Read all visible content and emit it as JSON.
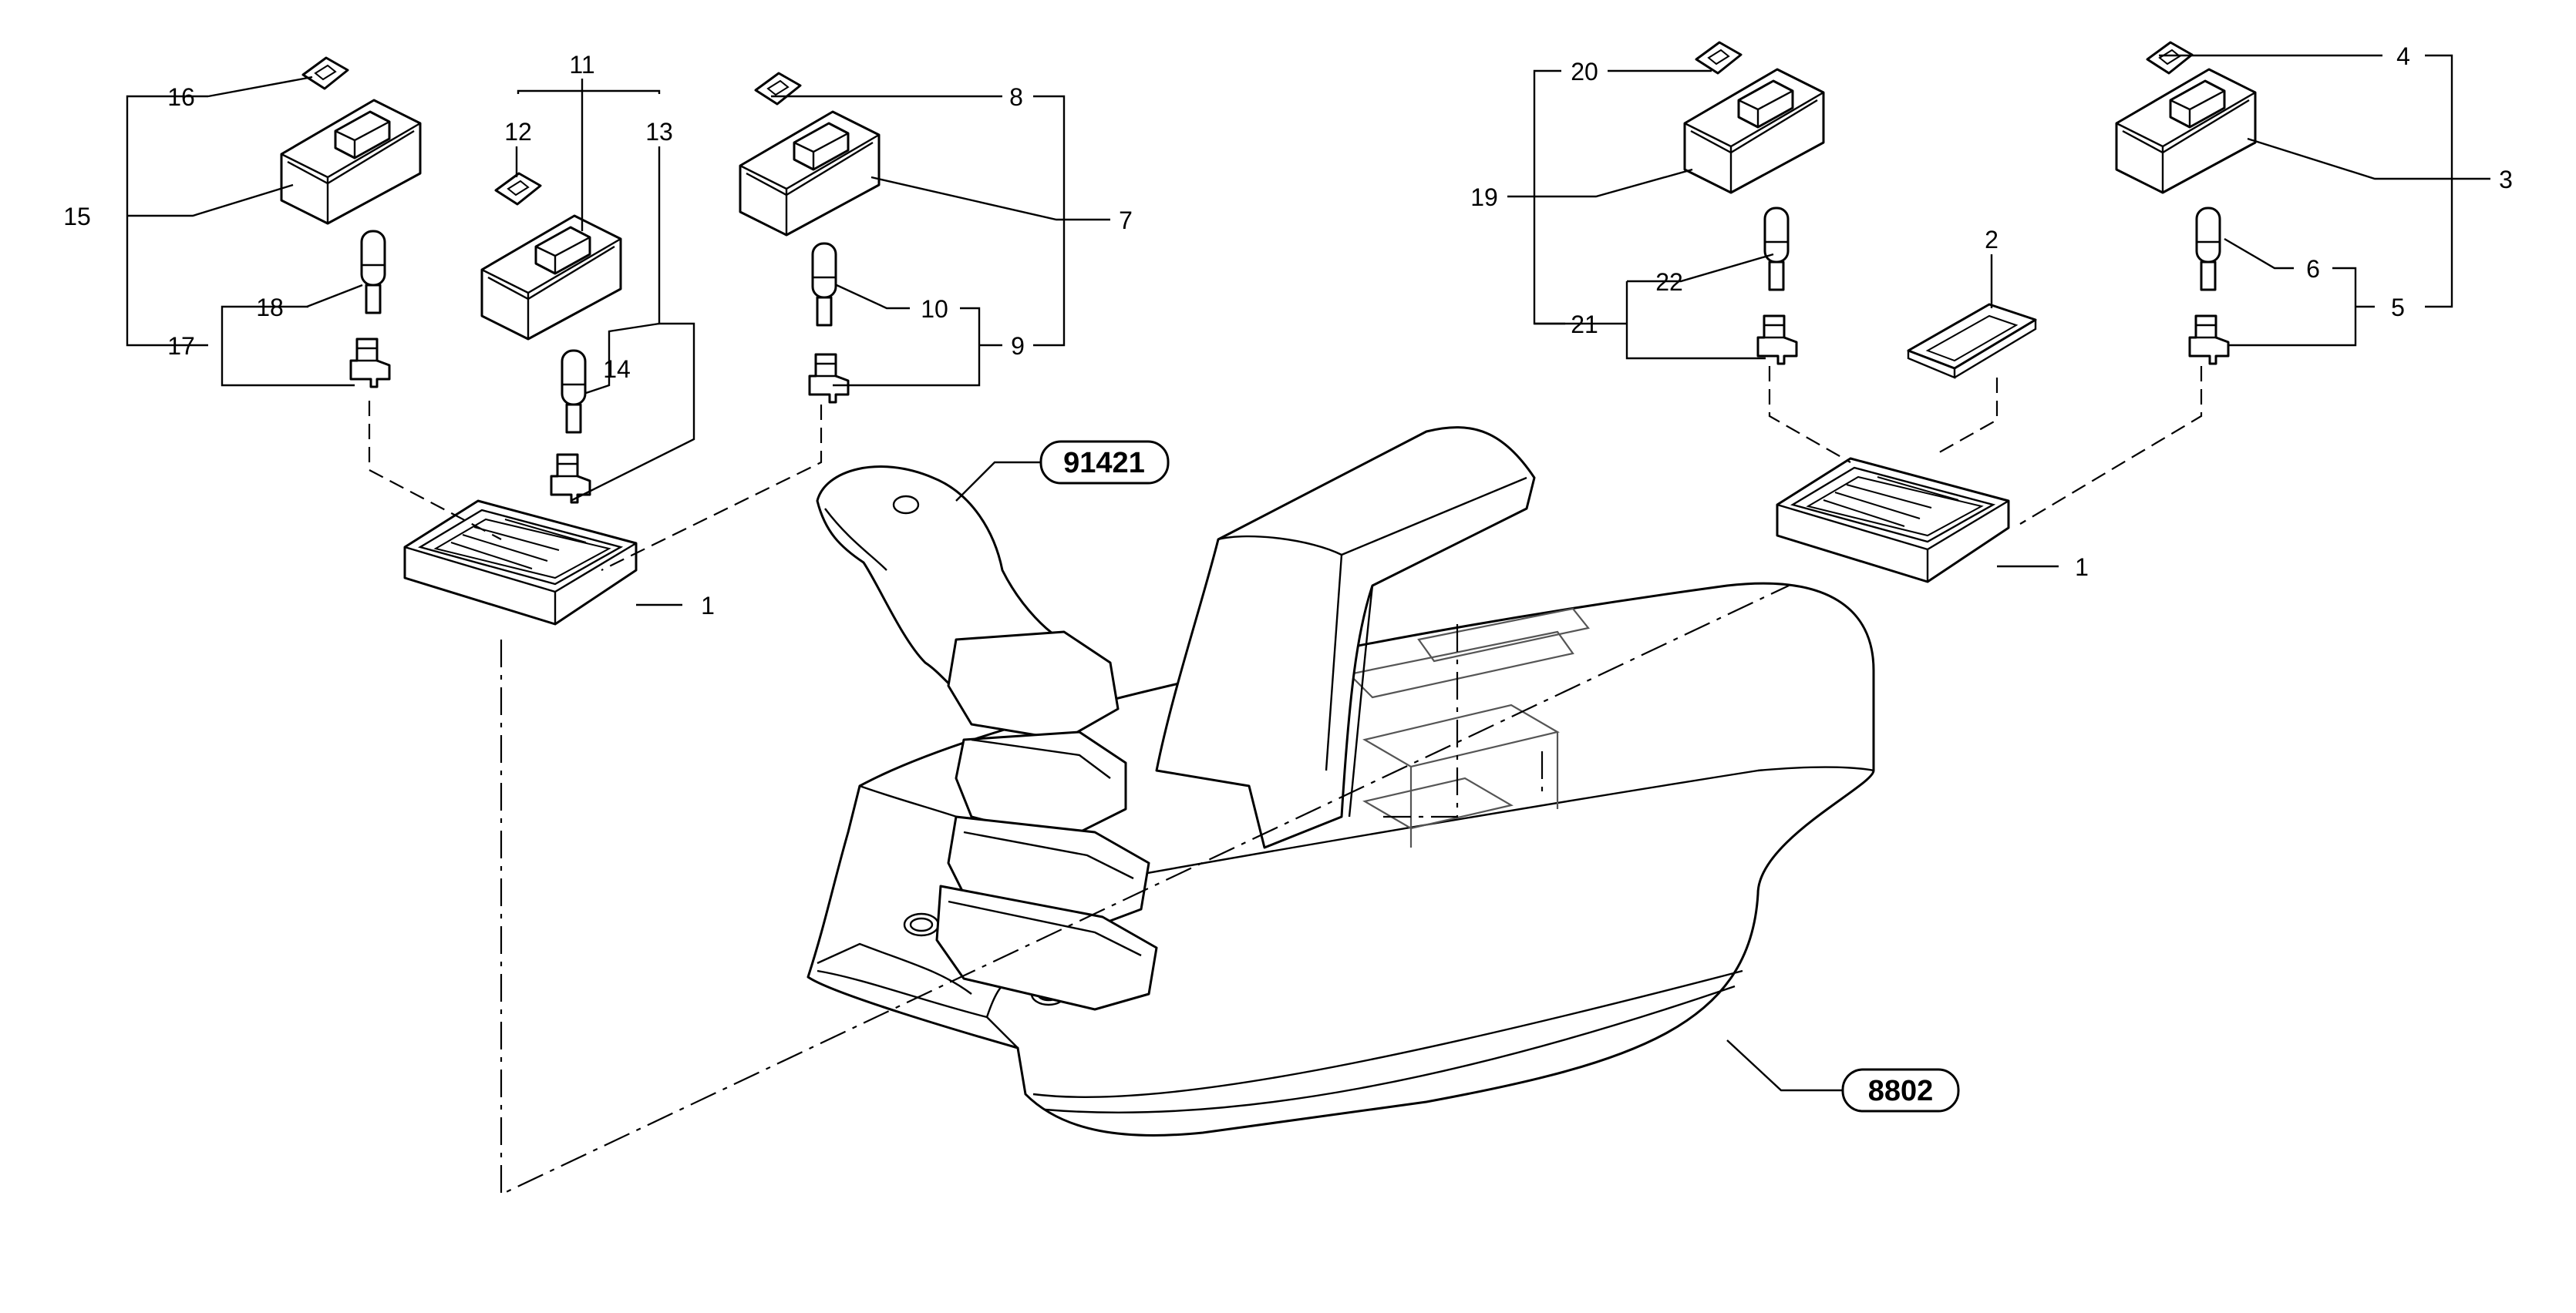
{
  "parts": {
    "p1": "1",
    "p2": "2",
    "p3": "3",
    "p4": "4",
    "p5": "5",
    "p6": "6",
    "p7": "7",
    "p8": "8",
    "p9": "9",
    "p10": "10",
    "p11": "11",
    "p12": "12",
    "p13": "13",
    "p14": "14",
    "p15": "15",
    "p16": "16",
    "p17": "17",
    "p18": "18",
    "p19": "19",
    "p20": "20",
    "p21": "21",
    "p22": "22"
  },
  "references": {
    "joystick": "91421",
    "console": "8802"
  }
}
